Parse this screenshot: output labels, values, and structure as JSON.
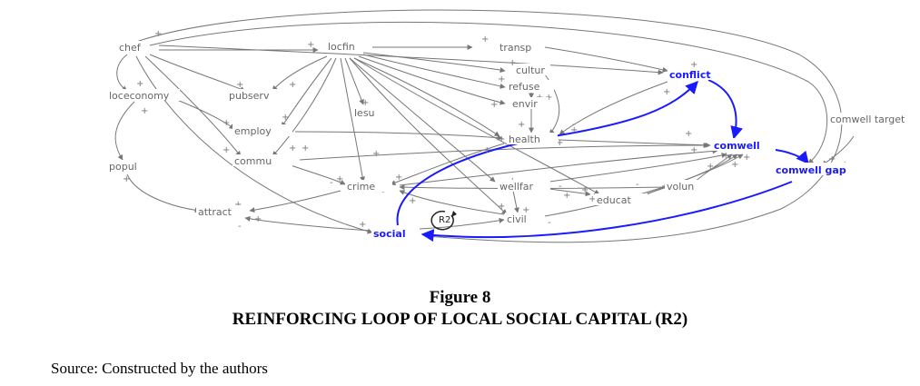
{
  "diagram": {
    "nodes": {
      "chef": "chef",
      "locfin": "locfin",
      "transp": "transp",
      "cultur": "cultur",
      "refuse": "refuse",
      "envir": "envir",
      "conflict": "conflict",
      "loceconomy": "loceconomy",
      "pubserv": "pubserv",
      "lesu": "lesu",
      "employ": "employ",
      "health": "health",
      "comwell": "comwell",
      "comwell_target": "comwell target",
      "popul": "popul",
      "commu": "commu",
      "comwell_gap": "comwell gap",
      "crime": "crime",
      "wellfar": "wellfar",
      "volun": "volun",
      "educat": "educat",
      "attract": "attract",
      "civil": "civil",
      "social": "social"
    },
    "loop_label": "R2",
    "colors": {
      "link": "#777777",
      "loop": "#1a1aff"
    }
  },
  "figure": {
    "number": "Figure 8",
    "title": "REINFORCING LOOP OF LOCAL SOCIAL CAPITAL (R2)",
    "source": "Source: Constructed by the authors"
  }
}
